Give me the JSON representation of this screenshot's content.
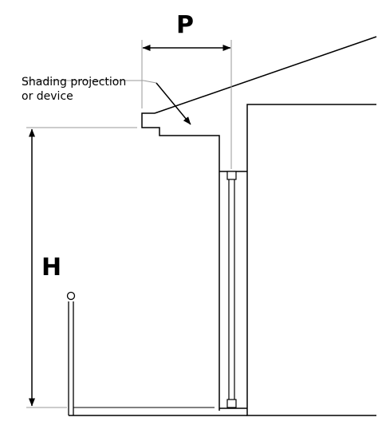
{
  "labels": {
    "projection": "P",
    "height": "H",
    "shading_line1": "Shading projection",
    "shading_line2": "or device"
  },
  "colors": {
    "line": "#000000",
    "guide": "#9a9a9a"
  }
}
